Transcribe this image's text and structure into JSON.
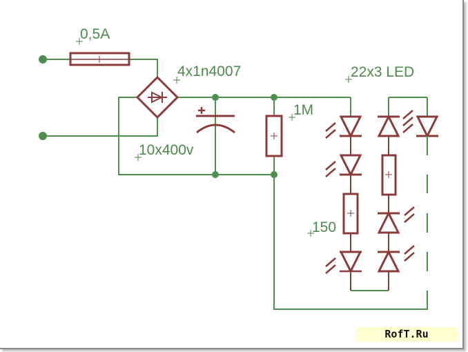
{
  "labels": {
    "fuse": "0,5A",
    "bridge": "4x1n4007",
    "capacitor": "10x400v",
    "resistor_1m": "1M",
    "leds": "22x3 LED",
    "resistor_150": "150"
  },
  "watermark": "RofT.Ru",
  "colors": {
    "wire": "#4d8f4d",
    "component": "#8b3a3a",
    "label": "#4a8a4a",
    "watermark_bg": "#ffffd0"
  }
}
